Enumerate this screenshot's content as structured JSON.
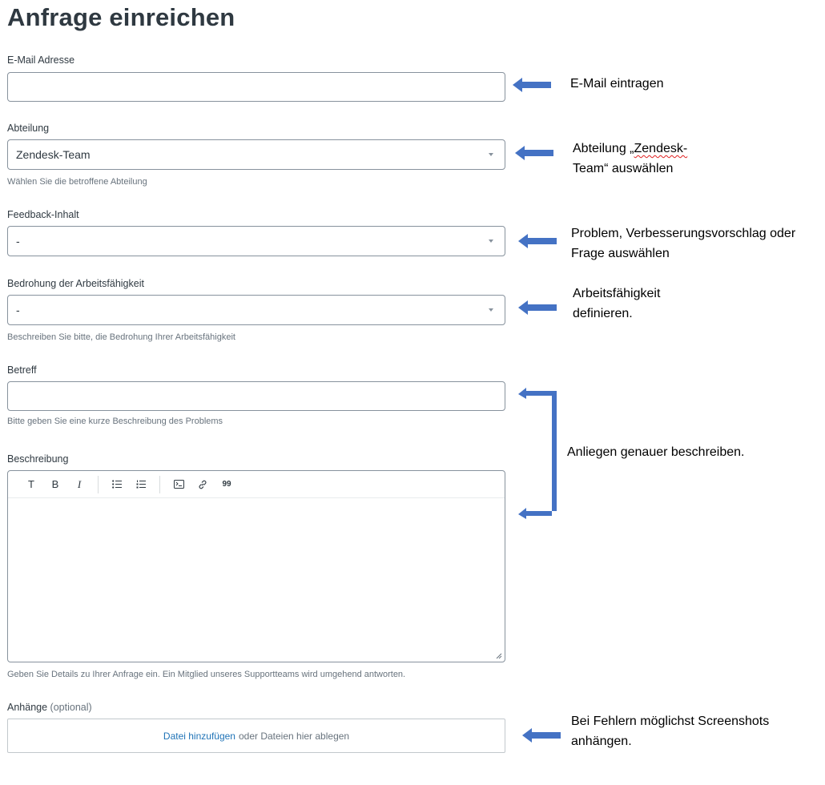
{
  "page": {
    "title": "Anfrage einreichen"
  },
  "form": {
    "email": {
      "label": "E-Mail Adresse",
      "value": ""
    },
    "department": {
      "label": "Abteilung",
      "value": "Zendesk-Team",
      "hint": "Wählen Sie die betroffene Abteilung"
    },
    "feedback": {
      "label": "Feedback-Inhalt",
      "value": "-"
    },
    "threat": {
      "label": "Bedrohung der Arbeitsfähigkeit",
      "value": "-",
      "hint": "Beschreiben Sie bitte, die Bedrohung Ihrer Arbeitsfähigkeit"
    },
    "subject": {
      "label": "Betreff",
      "value": "",
      "hint": "Bitte geben Sie eine kurze Beschreibung des Problems"
    },
    "description": {
      "label": "Beschreibung",
      "value": "",
      "hint": "Geben Sie Details zu Ihrer Anfrage ein. Ein Mitglied unseres Supportteams wird umgehend antworten.",
      "toolbar": {
        "text": "T",
        "bold": "B",
        "italic": "I",
        "quote": "99"
      }
    },
    "attachments": {
      "label": "Anhänge",
      "optional": "(optional)",
      "add_link": "Datei hinzufügen",
      "drop_text": "oder Dateien hier ablegen"
    }
  },
  "annotations": {
    "arrow_color": "#4472c4",
    "email": "E-Mail eintragen",
    "department_line1_a": "Abteilung „",
    "department_line1_b": "Zendesk-",
    "department_line2": "Team“ auswählen",
    "feedback_line1": "Problem, Verbesserungsvorschlag oder",
    "feedback_line2": "Frage auswählen",
    "threat_line1": "Arbeitsfähigkeit",
    "threat_line2": "definieren.",
    "describe": "Anliegen genauer beschreiben.",
    "attach_line1": "Bei Fehlern möglichst Screenshots",
    "attach_line2": "anhängen."
  }
}
